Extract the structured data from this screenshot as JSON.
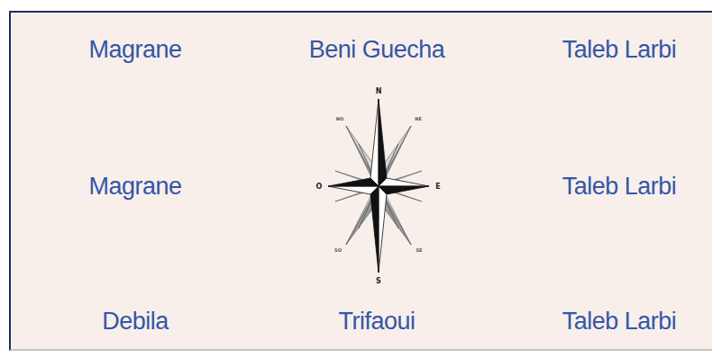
{
  "diagram": {
    "labels": [
      "Magrane",
      "Beni Guecha",
      "Taleb Larbi",
      "N",
      "NO",
      "NE",
      "Magrane",
      "O",
      "E",
      "Taleb Larbi",
      "SO",
      "SE",
      "S",
      "Debila",
      "Trifaoui",
      "Taleb Larbi"
    ]
  }
}
